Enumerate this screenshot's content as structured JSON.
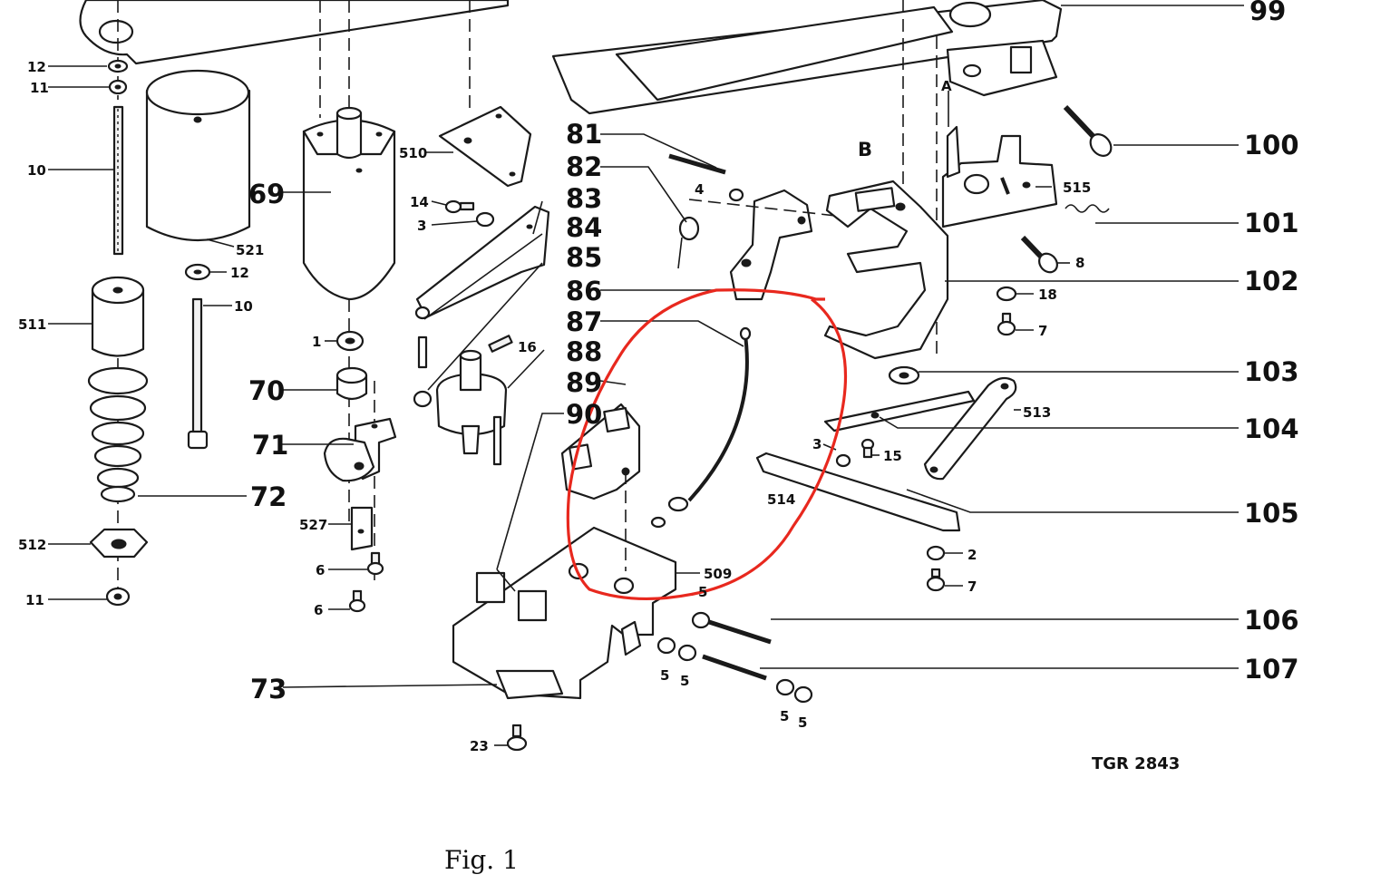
{
  "figure": {
    "caption": "Fig. 1",
    "drawing_code": "TGR 2843"
  },
  "highlight": {
    "color": "#e8281e"
  },
  "callouts": {
    "c99": "99",
    "c100": "100",
    "c101": "101",
    "c102": "102",
    "c103": "103",
    "c104": "104",
    "c105": "105",
    "c106": "106",
    "c107": "107",
    "c81": "81",
    "c82": "82",
    "c83": "83",
    "c84": "84",
    "c85": "85",
    "c86": "86",
    "c87": "87",
    "c88": "88",
    "c89": "89",
    "c90": "90",
    "c69": "69",
    "c70": "70",
    "c71": "71",
    "c72": "72",
    "c73": "73",
    "c12a": "12",
    "c11a": "11",
    "c10a": "10",
    "c511": "511",
    "c512": "512",
    "c11b": "11",
    "c521": "521",
    "c12b": "12",
    "c10b": "10",
    "c1": "1",
    "c527": "527",
    "c6a": "6",
    "c6b": "6",
    "c510": "510",
    "c14": "14",
    "c3a": "3",
    "c16": "16",
    "c4": "4",
    "cB": "B",
    "cA": "A",
    "c515": "515",
    "c8": "8",
    "c18": "18",
    "c7a": "7",
    "c513": "513",
    "c3b": "3",
    "c15": "15",
    "c514": "514",
    "c2": "2",
    "c7b": "7",
    "c509": "509",
    "c5a": "5",
    "c5b": "5",
    "c5c": "5",
    "c5d": "5",
    "c5e": "5",
    "c23": "23"
  }
}
